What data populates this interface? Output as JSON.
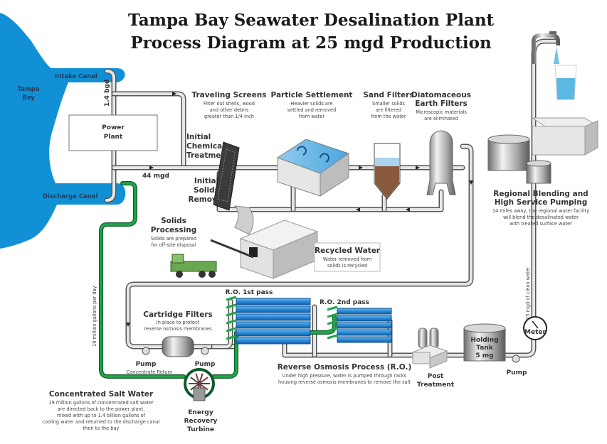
{
  "title": {
    "line1": "Tampa Bay Seawater Desalination Plant",
    "line2": "Process Diagram at 25 mgd Production"
  },
  "colors": {
    "bay_water": "#1190d6",
    "reverse_osmosis_blue": "#2a8ad8",
    "concentrate_green": "#1fa74a",
    "pipe_gray": "#8c8c8c",
    "sand_brown": "#8a5a3c"
  },
  "bay": {
    "name_line1": "Tampa",
    "name_line2": "Bay",
    "intake_canal": "Intake Canal",
    "discharge_canal": "Discharge Canal"
  },
  "power_plant": {
    "line1": "Power",
    "line2": "Plant"
  },
  "flows": {
    "cooling_water": "1.4 bgd",
    "feed_water": "44 mgd",
    "concentrate": "19 million gallons per day",
    "clean_water": "25 mgd of clean water",
    "concentrate_return": "Concentrate Return"
  },
  "stages": {
    "initial_chemical": {
      "line1": "Initial",
      "line2": "Chemical",
      "line3": "Treatment"
    },
    "initial_solids": {
      "line1": "Initial",
      "line2": "Solids",
      "line3": "Removal"
    },
    "traveling_screens": {
      "title": "Traveling Screens",
      "desc": [
        "Filter out shells, wood",
        "and other debris",
        "greater than 1/4 inch"
      ]
    },
    "particle_settlement": {
      "title": "Particle Settlement",
      "desc": [
        "Heavier solids are",
        "settled and removed",
        "from water"
      ]
    },
    "sand_filters": {
      "title": "Sand Filters",
      "desc": [
        "Smaller solids",
        "are filtered",
        "from the water"
      ]
    },
    "diatomaceous": {
      "title1": "Diatomaceous",
      "title2": "Earth Filters",
      "desc": [
        "Microscopic materials",
        "are eliminated"
      ]
    },
    "solids_processing": {
      "title1": "Solids",
      "title2": "Processing",
      "desc": [
        "Solids are prepared",
        "for off-site disposal"
      ]
    },
    "recycled_water": {
      "title": "Recycled Water",
      "desc": [
        "Water removed from",
        "solids is recycled"
      ]
    },
    "cartridge_filters": {
      "title": "Cartridge Filters",
      "desc": [
        "In place to protect",
        "reverse osmosis membranes"
      ]
    },
    "ro_first": "R.O. 1st pass",
    "ro_second": "R.O. 2nd pass",
    "ro_process": {
      "title": "Reverse Osmosis Process (R.O.)",
      "desc": [
        "Under high pressure, water is pumped through racks",
        "housing reverse osmosis membranes to remove the salt"
      ]
    },
    "post_treatment": {
      "line1": "Post",
      "line2": "Treatment"
    },
    "holding_tank": {
      "line1": "Holding",
      "line2": "Tank",
      "line3": "5 mg"
    },
    "meter": "Meter",
    "pump": "Pump",
    "regional": {
      "title1": "Regional Blending and",
      "title2": "High Service Pumping",
      "desc": [
        "14 miles away, the regional water facility",
        "will blend the desalinated water",
        "with treated surface water"
      ]
    },
    "concentrated_salt": {
      "title": "Concentrated Salt Water",
      "desc": [
        "19 million gallons of concentrated salt water",
        "are directed back to the power plant,",
        "mixed with up to 1.4 billion gallons of",
        "cooling water and returned to the discharge canal",
        "then to the bay"
      ]
    },
    "energy_turbine": {
      "line1": "Energy",
      "line2": "Recovery",
      "line3": "Turbine"
    }
  }
}
